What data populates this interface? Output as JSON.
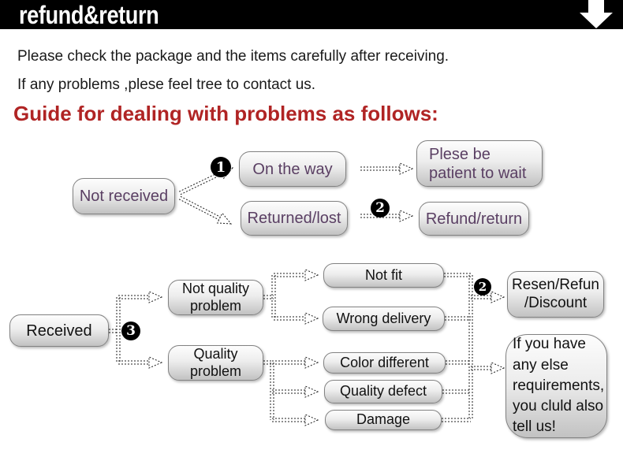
{
  "banner": {
    "title": "refund&return",
    "arrow_icon": "down-arrow"
  },
  "intro": {
    "line1": "Please check the package and the items carefully after receiving.",
    "line2": "If any problems ,plese feel tree to contact us."
  },
  "heading": "Guide for dealing with problems as follows:",
  "flow1": {
    "badge_1": "1",
    "badge_2": "2",
    "not_received": "Not received",
    "on_the_way": "On the way",
    "returned_lost": "Returned/lost",
    "please_wait_lines": [
      "Plese be",
      "patient to wait"
    ],
    "refund_return": "Refund/return"
  },
  "flow2": {
    "badge_3": "3",
    "badge_2": "2",
    "received": "Received",
    "not_quality_problem_lines": [
      "Not quality",
      "problem"
    ],
    "quality_problem_lines": [
      "Quality",
      "problem"
    ],
    "not_fit": "Not fit",
    "wrong_delivery": "Wrong delivery",
    "color_different": "Color different",
    "quality_defect": "Quality defect",
    "damage": "Damage",
    "resen_refun_lines": [
      "Resen/Refun",
      "/Discount"
    ],
    "suggestion_lines": [
      "If you have",
      "any else",
      "requirements,",
      "you cluld also",
      "tell us!"
    ]
  },
  "colors": {
    "banner_bg": "#000000",
    "banner_text": "#ffffff",
    "heading_red": "#b02424",
    "flow1_text_purple": "#5a3f63",
    "flow2_text": "#111111",
    "box_border": "#828282",
    "box_gradient_top": "#fdfdfd",
    "box_gradient_bottom": "#c2c2c2"
  }
}
